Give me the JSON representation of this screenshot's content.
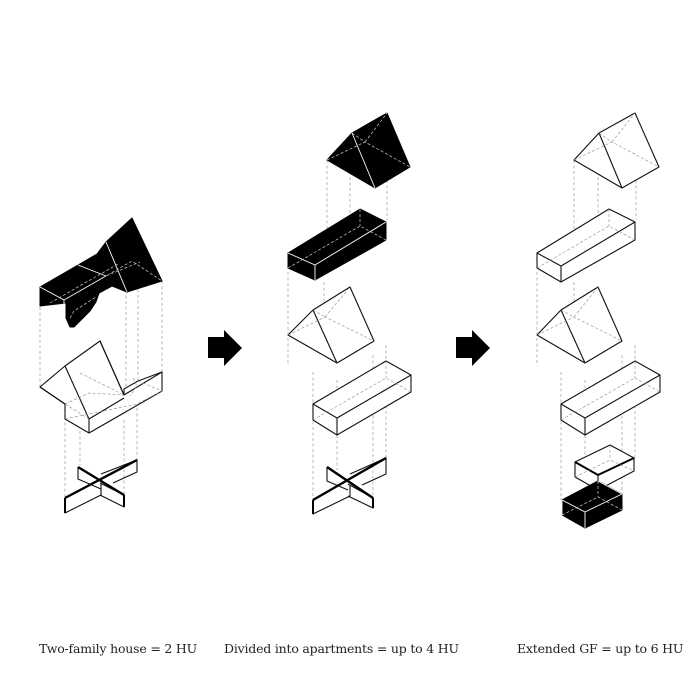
{
  "diagram": {
    "type": "exploded-axonometric",
    "background": "#ffffff",
    "ink_color": "#000000",
    "columns": [
      {
        "id": "two-family-house",
        "caption": "Two-family house = 2 HU",
        "components": [
          "combined roof volume (black, existing)",
          "ground floor with gable + wing",
          "cross-wall floor plan"
        ]
      },
      {
        "id": "divided-into-apartments",
        "caption": "Divided into apartments = up to 4 HU",
        "components": [
          "gable roof (black, new unit)",
          "bar volume (black, new unit)",
          "gable roof",
          "bar volume",
          "cross-wall floor plan"
        ]
      },
      {
        "id": "extended-gf",
        "caption": "Extended GF = up to 6 HU",
        "components": [
          "gable roof",
          "bar volume",
          "gable roof",
          "bar volume",
          "small box",
          "ground-floor extension box (black, new unit)"
        ]
      }
    ],
    "arrows": [
      {
        "from": "two-family-house",
        "to": "divided-into-apartments",
        "icon": "arrow-right-icon"
      },
      {
        "from": "divided-into-apartments",
        "to": "extended-gf",
        "icon": "arrow-right-icon"
      }
    ]
  },
  "captions": {
    "left": "Two-family house = 2 HU",
    "middle": "Divided into apartments = up to 4 HU",
    "right": "Extended GF = up to 6 HU"
  }
}
